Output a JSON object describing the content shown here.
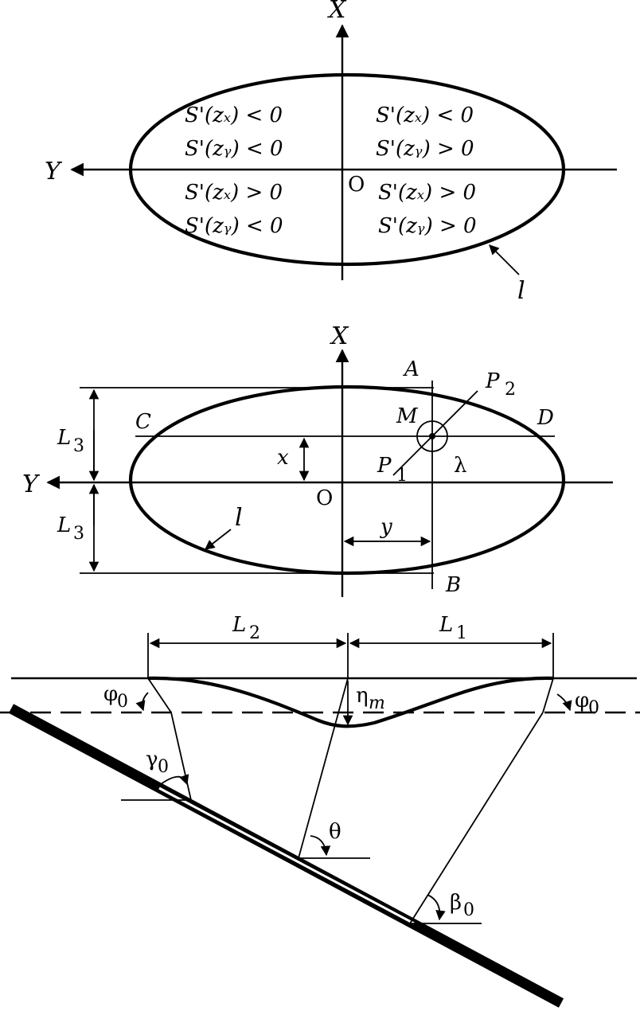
{
  "top": {
    "axis_x": "X",
    "axis_y": "Y",
    "origin": "O",
    "curve": "l",
    "quadrants": {
      "upper_left_1": "S'(zₓ) < 0",
      "upper_left_2": "S'(zᵧ) < 0",
      "upper_right_1": "S'(zₓ) < 0",
      "upper_right_2": "S'(zᵧ) > 0",
      "lower_left_1": "S'(zₓ) > 0",
      "lower_left_2": "S'(zᵧ) < 0",
      "lower_right_1": "S'(zₓ) > 0",
      "lower_right_2": "S'(zᵧ) > 0"
    }
  },
  "middle": {
    "axis_x": "X",
    "axis_y": "Y",
    "origin": "O",
    "curve": "l",
    "point_a": "A",
    "point_b": "B",
    "point_c": "C",
    "point_d": "D",
    "point_m": "M",
    "point_p1": "P",
    "point_p1_sub": "1",
    "point_p2": "P",
    "point_p2_sub": "2",
    "lambda": "λ",
    "dim_x": "x",
    "dim_y": "y",
    "dim_l3": "L",
    "dim_l3_sub": "3"
  },
  "bottom": {
    "dim_l1": "L",
    "dim_l1_sub": "1",
    "dim_l2": "L",
    "dim_l2_sub": "2",
    "eta": "η",
    "eta_sub": "m",
    "phi": "φ",
    "phi_sub": "0",
    "gamma": "γ",
    "gamma_sub": "0",
    "theta": "θ",
    "beta": "β",
    "beta_sub": "0"
  }
}
